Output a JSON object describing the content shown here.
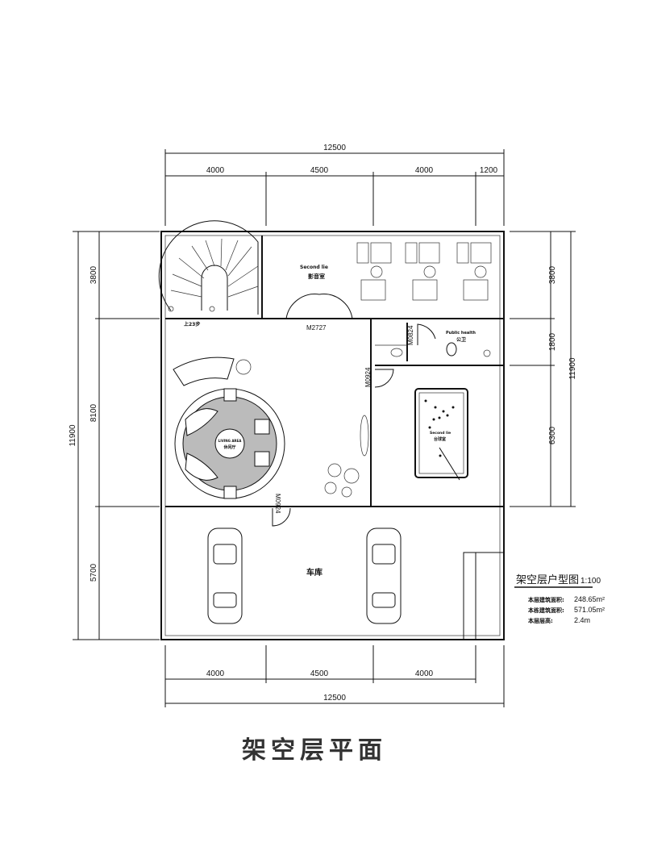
{
  "dimensions": {
    "top_total": "12500",
    "top_segments": [
      "4000",
      "4500",
      "4000",
      "1200"
    ],
    "bottom_segments": [
      "4000",
      "4500",
      "4000"
    ],
    "bottom_total": "12500",
    "left_total": "11900",
    "left_segments": [
      "3800",
      "8100",
      "5700"
    ],
    "right_total": "11900",
    "right_segments": [
      "3800",
      "1800",
      "6300"
    ]
  },
  "rooms": {
    "av_room_en": "Second lie",
    "av_room_cn": "影音室",
    "living_en": "LIVING AREA",
    "living_cn": "休闲厅",
    "billiard_en": "Second lie",
    "billiard_cn": "台球室",
    "toilet_en": "Public health",
    "toilet_cn": "公卫",
    "garage_cn": "车库",
    "stair_label": "上23步"
  },
  "doors": {
    "m2727": "M2727",
    "m0824": "M0824",
    "m0924_a": "M0924",
    "m0924_b": "M0924"
  },
  "legend": {
    "heading": "架空层户型图",
    "scale": "1:100",
    "rows": [
      {
        "label": "本层建筑面积:",
        "value": "248.65m²"
      },
      {
        "label": "本栋建筑面积:",
        "value": "571.05m²"
      },
      {
        "label": "本层层高:",
        "value": "2.4m"
      }
    ]
  },
  "page_title": "架空层平面"
}
